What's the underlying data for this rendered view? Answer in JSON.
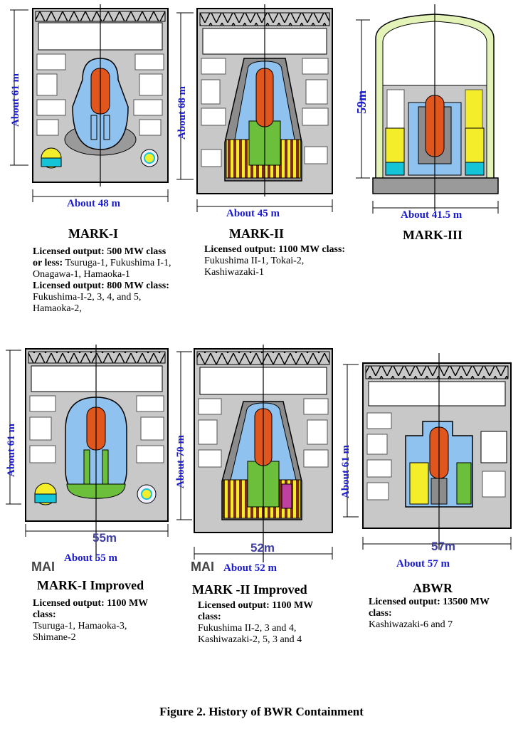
{
  "panels": [
    {
      "id": "mark1",
      "title": "MARK-I",
      "height_label": "About 61 m",
      "width_label": "About 48 m",
      "info": [
        {
          "bold": "Licensed output: 500 MW class or less:",
          "text": " Tsuruga-1, Fukushima I-1, Onagawa-1, Hamaoka-1"
        },
        {
          "bold": "Licensed output: 800 MW class:",
          "text": " Fukushima-I-2, 3, 4, and 5, Hamaoka-2,"
        }
      ]
    },
    {
      "id": "mark2",
      "title": "MARK-II",
      "height_label": "About 68 m",
      "width_label": "About 45 m",
      "info": [
        {
          "bold": "Licensed output: 1100 MW class:",
          "text": " Fukushima II-1, Tokai-2, Kashiwazaki-1"
        }
      ]
    },
    {
      "id": "mark3",
      "title": "MARK-III",
      "height_label": "59m",
      "width_label": "About 41.5 m",
      "info": []
    },
    {
      "id": "mark1i",
      "title": "MARK-I Improved",
      "height_label": "About 61 m",
      "width_label": "About 55 m",
      "sketch_width": "55m",
      "ghost": "MAI",
      "info": [
        {
          "bold": "Licensed output: 1100 MW class:",
          "text": ""
        },
        {
          "bold": "",
          "text": "Tsuruga-1, Hamaoka-3, Shimane-2"
        }
      ]
    },
    {
      "id": "mark2i",
      "title": "MARK -II Improved",
      "height_label": "About 70 m",
      "width_label": "About 52 m",
      "sketch_width": "52m",
      "ghost": "MAI",
      "info": [
        {
          "bold": "Licensed output: 1100 MW class:",
          "text": ""
        },
        {
          "bold": "",
          "text": "Fukushima II-2, 3 and 4, Kashiwazaki-2, 5, 3 and 4"
        }
      ]
    },
    {
      "id": "abwr",
      "title": "ABWR",
      "height_label": "About 61 m",
      "width_label": "About 57 m",
      "sketch_width": "57m",
      "info": [
        {
          "bold": "Licensed output: 13500 MW class:",
          "text": ""
        },
        {
          "bold": "",
          "text": "Kashiwazaki-6 and 7"
        }
      ]
    }
  ],
  "caption": "Figure 2. History of BWR Containment",
  "colors": {
    "dimension_text": "#1a1ad0",
    "vessel": "#e0561c",
    "containment": "#8fc2ee",
    "suppression_green": "#6bbf3a",
    "suppression_yellow": "#f4ee2a",
    "pool_cyan": "#16c4d8",
    "concrete": "#c8c8c8"
  }
}
